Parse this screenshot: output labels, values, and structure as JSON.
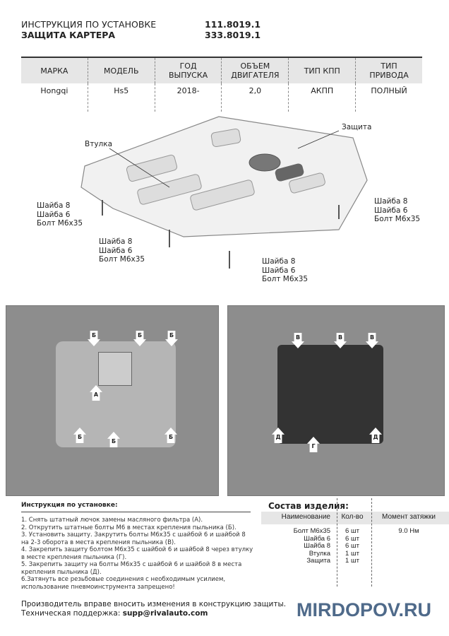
{
  "header": {
    "title1": "ИНСТРУКЦИЯ ПО УСТАНОВКЕ",
    "title2": "ЗАЩИТА КАРТЕРА",
    "code1": "111.8019.1",
    "code2": "333.8019.1"
  },
  "spec": {
    "headers": [
      [
        "МАРКА",
        ""
      ],
      [
        "МОДЕЛЬ",
        ""
      ],
      [
        "ГОД",
        "ВЫПУСКА"
      ],
      [
        "ОБЪЕМ",
        "ДВИГАТЕЛЯ"
      ],
      [
        "ТИП КПП",
        ""
      ],
      [
        "ТИП",
        "ПРИВОДА"
      ]
    ],
    "values": [
      "Hongqi",
      "Hs5",
      "2018-",
      "2,0",
      "АКПП",
      "ПОЛНЫЙ"
    ]
  },
  "diagram": {
    "bushing": "Втулка",
    "guard": "Защита",
    "washer8": "Шайба 8",
    "washer6": "Шайба 6",
    "bolt": "Болт М6х35"
  },
  "photos": {
    "left_arrows": [
      "Б",
      "Б",
      "Б",
      "А",
      "Б",
      "Б",
      "Б"
    ],
    "right_arrows": [
      "В",
      "В",
      "В",
      "Д",
      "Г",
      "Д"
    ]
  },
  "instructions": {
    "title": "Инструкция по установке:",
    "steps": [
      "1. Снять штатный лючок замены масляного фильтра (А).",
      "2. Открутить штатные болты М6 в местах крепления пыльника (Б).",
      "3. Установить защиту. Закрутить болты М6х35 с шайбой 6 и шайбой 8 на 2-3 оборота в места крепления пыльника (В).",
      "4. Закрепить защиту болтом М6х35 с шайбой 6 и шайбой 8 через втулку в месте крепления пыльника (Г).",
      "5. Закрепить защиту на болты М6х35 с шайбой 6 и шайбой 8 в места крепления пыльника (Д).",
      "6.Затянуть все резьбовые соединения с необходимым усилием, использование пневмоинструмента запрещено!"
    ]
  },
  "composition": {
    "title": "Состав изделия:",
    "headers": [
      "Наименование",
      "Кол-во",
      "Момент затяжки"
    ],
    "rows": [
      [
        "Болт М6х35",
        "6 шт",
        "9.0 Нм"
      ],
      [
        "Шайба 6",
        "6 шт",
        ""
      ],
      [
        "Шайба 8",
        "6 шт",
        ""
      ],
      [
        "Втулка",
        "1 шт",
        ""
      ],
      [
        "Защита",
        "1 шт",
        ""
      ]
    ]
  },
  "footer": {
    "note": "Производитель вправе вносить изменения в конструкцию защиты.",
    "support_label": "Техническая поддержка: ",
    "support_email": "supp@rivalauto.com",
    "logo": "MIRDOPOV.RU"
  }
}
